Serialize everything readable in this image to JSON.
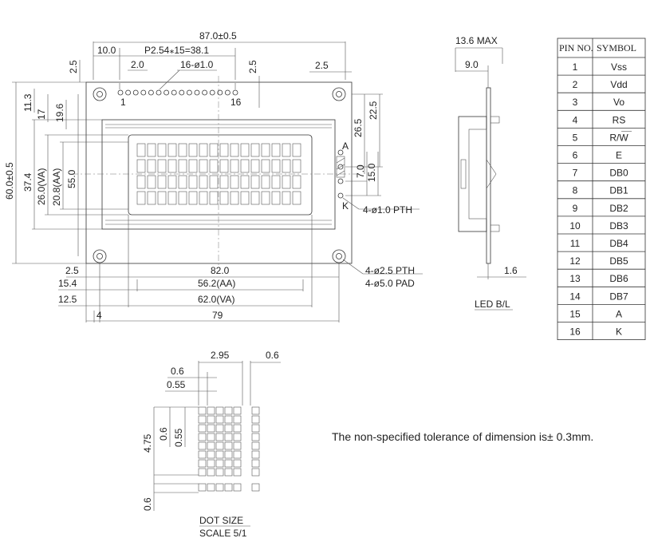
{
  "front_view": {
    "width_label": "87.0±0.5",
    "d_10": "10.0",
    "pitch_label": "P2.54⁎15=38.1",
    "d_2_0": "2.0",
    "pin_hole_label": "16-ø1.0",
    "d_2_5_a": "2.5",
    "d_2_5_b": "2.5",
    "d_2_5_c": "2.5",
    "pin_first": "1",
    "pin_last": "16",
    "height_label": "60.0±0.5",
    "d_11_3": "11.3",
    "d_17": "17",
    "d_19_6": "19.6",
    "d_37_4": "37.4",
    "d_26_va": "26.0(VA)",
    "d_20_8_aa": "20.8(AA)",
    "d_55": "55.0",
    "d_26_5": "26.5",
    "d_22_5": "22.5",
    "d_7": "7.0",
    "d_15": "15.0",
    "led_a": "A",
    "led_k": "K",
    "led_pth": "4-ø1.0 PTH",
    "d_82": "82.0",
    "d_56_2_aa": "56.2(AA)",
    "d_62_va": "62.0(VA)",
    "d_79": "79",
    "d_2_5_left": "2.5",
    "d_15_4": "15.4",
    "d_12_5": "12.5",
    "d_4": "4",
    "mount_pth": "4-ø2.5 PTH",
    "mount_pad": "4-ø5.0 PAD"
  },
  "side_view": {
    "max_label": "13.6 MAX",
    "d_9": "9.0",
    "d_1_6": "1.6",
    "caption": "LED B/L"
  },
  "dot_detail": {
    "d_2_95": "2.95",
    "d_0_6_top": "0.6",
    "d_0_6_a": "0.6",
    "d_0_55_a": "0.55",
    "d_4_75": "4.75",
    "d_0_6_b": "0.6",
    "d_0_55_b": "0.55",
    "d_0_6_bottom": "0.6",
    "caption": "DOT SIZE",
    "scale": "SCALE 5/1"
  },
  "note": "The non-specified tolerance of dimension is± 0.3mm.",
  "pin_table": {
    "headers": [
      "PIN NO.",
      "SYMBOL"
    ],
    "rows": [
      [
        "1",
        "Vss"
      ],
      [
        "2",
        "Vdd"
      ],
      [
        "3",
        "Vo"
      ],
      [
        "4",
        "RS"
      ],
      [
        "5",
        "R/W"
      ],
      [
        "6",
        "E"
      ],
      [
        "7",
        "DB0"
      ],
      [
        "8",
        "DB1"
      ],
      [
        "9",
        "DB2"
      ],
      [
        "10",
        "DB3"
      ],
      [
        "11",
        "DB4"
      ],
      [
        "12",
        "DB5"
      ],
      [
        "13",
        "DB6"
      ],
      [
        "14",
        "DB7"
      ],
      [
        "15",
        "A"
      ],
      [
        "16",
        "K"
      ]
    ]
  }
}
